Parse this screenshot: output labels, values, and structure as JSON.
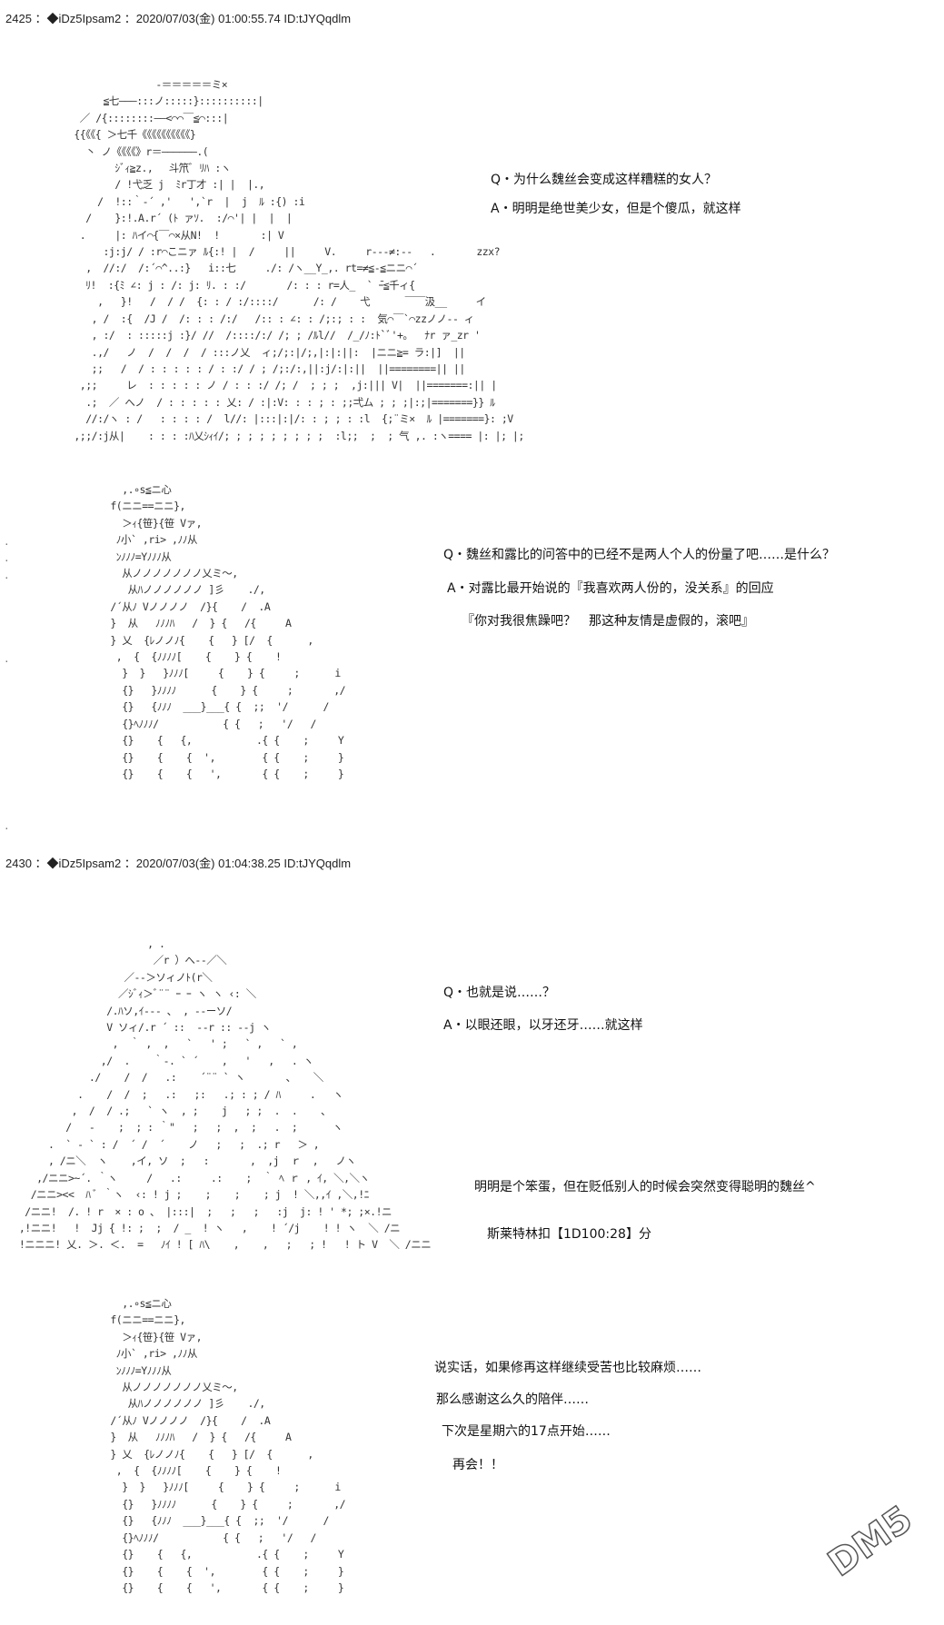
{
  "posts": [
    {
      "header": "2425 ：◆iDz5Ipsam2 ：2020/07/03(金) 01:00:55.74 ID:tJYQqdlm",
      "panels": [
        {
          "dialog": [
            "Q・为什么魏丝会变成这样糟糕的女人？",
            "A・明明是绝世美少女，但是个傻瓜，就这样"
          ]
        },
        {
          "dialog": [
            "Q・魏丝和露比的问答中的已经不是两人个人的份量了吧……是什么？",
            "A・对露比最开始说的『我喜欢两人份的，没关系』的回应",
            "『你对我很焦躁吧？　那这种友情是虚假的，滚吧』"
          ]
        }
      ]
    },
    {
      "header": "2430 ：◆iDz5Ipsam2 ：2020/07/03(金) 01:04:38.25 ID:tJYQqdlm",
      "panels": [
        {
          "dialog": [
            "Q・也就是说……？",
            "A・以眼还眼，以牙还牙……就这样"
          ]
        },
        {
          "dialog": [
            "明明是个笨蛋，但在贬低别人的时候会突然变得聪明的魏丝^",
            "斯莱特林扣【1D100:28】分"
          ]
        },
        {
          "dialog": [
            "说实话，如果修再这样继续受苦也比较麻烦……",
            "那么感谢这么久的陪伴……",
            "下次是星期六的17点开始……",
            "再会！！"
          ]
        }
      ]
    }
  ],
  "ascii_art": {
    "girl_with_hat": "                      -＝＝＝＝＝ミ×\n             ≦七―――:::ノ:::::}::::::::::|\n         ／ /{::::::::――<⌒⌒￣≦⌒:::|\n        {{《《{ ＞七千《《《《《《《《《《}\n          丶 ノ《《《《》r＝――――――.(\n               ｼﾞｨ≧z.,　 斗笊ﾞ ﾘﾊ :ヽ\n               / !弋乏 j  ﾐr丁才 :| |  |.,\n            /  !::｀-´ ,'   ',`r  |  j  ﾙ :{) :i\n          /    }:!.A.r´ (ﾄ ァｿ.  :/⌒'| |  |  |\n         .     |: ﾊイ⌒{￣⌒×从N!  !       :| V\n             :j:j/ / :r⌒こニァ ﾙ{:! |  /     ||     V.     r---≠:--   .       zzx?\n          ,  //:/  /:´⌒^..:}   i::七     ./: /ヽ__Y_,. rt=≠≦-≦ニニ⌒´\n          ﾘ!  :{ﾐ ∠: j : /: j: ﾘ. : :/       /: : : r=人_  ` ̄ｰ≦千ィ{\n            ,   }!   /  / /  {: : / :/::::/      /: /    弋      ￣￣汲__     イ\n           , /  :{  /J /  /: : : /:/   /:: : ∠: : /;:; : :  気⌒￣`⌒zzノノ-- ィ\n           , :/  : :::::j :}/ //  /::::/:/ /; ; /ﾙl//  /_/ﾉ:ﾄ`ﾞ'+。  ﾅr ァ_zr '\n           .,/   ノ  /  /  /  / :::ノ乂  ィ;/;:|/;,|:|:||:  |ニニ≧= ラ:|]  ||\n           ;;   /  / : : : : : / : :/ / ; /;:/:,||:j/:|:||  ||========|| ||\n         ,;;     レ  : : : : : ノ / : : :/ /; /  ; ; ;  ,j:||| V|  ||=======:|| |\n          .;  ／ へノ  / : : : : : 乂: / :|:V: : : ; : ;;弌ム ; ; ;|:;|=======}} ﾙ\n          //:/ヽ : /   : : : : /  l//: |:::|:|/: : ; ; : :l  {;¨ミ×  ﾙ |=======}: ;V\n        ,;;/:j从|    : : : :ﾊ乂ｼｨｲ/; ; ; ; ; ; ; ; ;  :l;;  ;  ; 气 ,. :ヽ==== |: |; |;",
    "wide_dress_girl": "                        , .\n                         ／r ）へ--／＼\n                    ／--＞ソィノﾄ(r＼\n                   ／ｼﾞｨ＞ﾞ¨¨ ｰ ｰ ヽ ヽ ‹: ＼\n                 /.ﾊソ,ｲ--- 、 , --ーソ/\n                 V ソィ/.r ´ ::  --r :: -‐j ヽ\n                  ,  ｀ ,  ,   `   ' ;   ` ,   ` ,\n                ,/  .    ｀-. ` ´    ,   '   ,   . ヽ\n              ./    /  /   .:    ´¨¨ ` ヽ       、   ＼\n            .    /  /  ;   .:   ;:   .; : ; / ﾊ     .   ヽ\n           ,  /  / .;   ` ヽ  , ;    j   ; ;  .  .    、\n          /   -    ;  ; : ｀\"   ;   ;  ,  ;   .  ;      ヽ\n       .  ` ‐ ` : /  ´ /  ´    ノ   ;   ;  .; r   ＞ ,\n       , /ニ＼  ヽ    ,イ, ソ  ;   :       ,  ,j  ｒ  ,   ノヽ\n     ,/ニニ>~´. ｀ヽ     /   .:     .:    ;  ｀ ﾍ ｒ , ｲ, ＼,＼ヽ\n    /ニニ><<  ﾊ ﾞ ｀ヽ  ‹: ! j ;    ;    ;    ; j  ! ＼,,ｲ ,＼,!ﾆ\n   /ニニ!  /. ! r  × : o 、 |:::|  ;   ;   ;   :j  j: ! ' *; ;×.!ニ\n  ,!ニニ!   !  Jj { !: ;  ;  / _  ! ヽ   ,    ! ´/j    ! ! ヽ  ＼ /ニ\n  !ニニニ! 乂. ＞. ＜.  =   ﾉｲ ! [ ﾊ\\    ,    ,   ;   ; !   ! ト V  ＼ /ニニ",
    "small_girl": "          ,.∘s≦ニ心\n        f(ニニ==ニニ},\n          ＞ｨ{笹}{笹 Vァ,\n         ﾉ小` ,ri> ,ﾉﾉ从\n         ﾝﾉﾉﾉ=Yﾉﾉﾉ从\n          从ノノノノノノノ乂ミ〜,\n           从ﾊノノノノノノ ]彡    ./,\n        /´从ﾉ Vノノノノ  /}{    /  .A\n        }  从   ﾉﾉﾉﾊ   /  } {   /{     A\n        } 乂  {ﾚノノﾉ{    {   } [/  {      ,\n         ,  {  {ﾉﾉﾉﾉ[    {    } {    !\n          }  }   }ﾉﾉﾉ[     {    } {     ;      i\n          {}   }ﾉﾉﾉﾉ      {    } {     ;       ,/\n          {}   {ﾉﾉﾉ  ___}___{ {  ;;  '/      /\n          {}ﾍﾉﾉﾉ/           { {   ;   '/   /\n          {}    {   {,           .{ {    ;     Y\n          {}    {    {  ',        { {    ;     }\n          {}    {    {   ',       { {    ;     }"
  },
  "dots": ".\n.\n.\n\n\n\n\n.\n\n\n\n\n\n\n\n\n\n."
}
